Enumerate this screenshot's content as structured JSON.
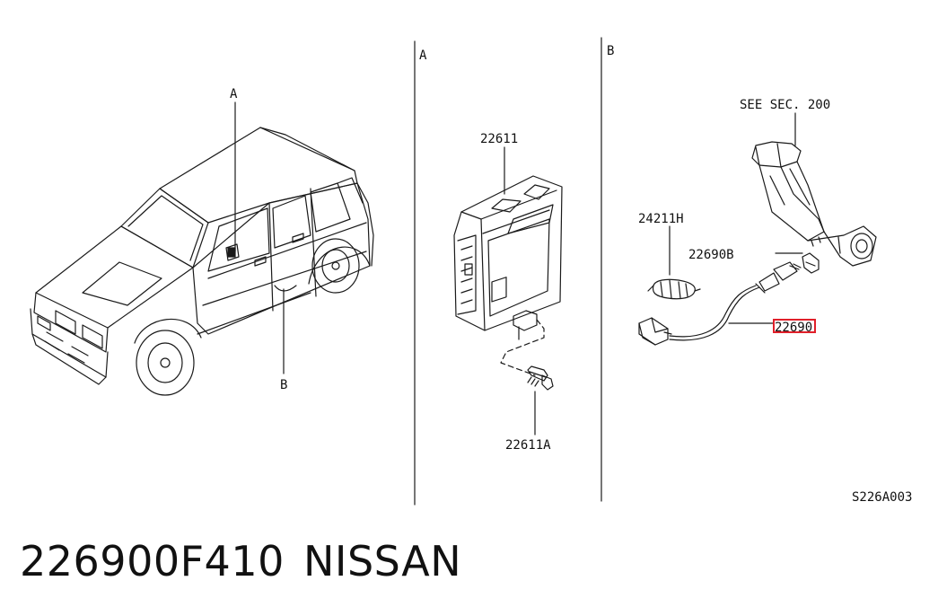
{
  "diagram": {
    "panel_labels": {
      "a": "A",
      "b": "B"
    },
    "vehicle_callouts": {
      "a": "A",
      "b": "B"
    },
    "parts": {
      "control_unit": "22611",
      "bolt": "22611A",
      "clip": "24211H",
      "plug": "22690B",
      "sensor": "22690",
      "exhaust_ref": "SEE SEC. 200"
    },
    "figure_code": "S226A003",
    "highlight_color": "#e0202a"
  },
  "footer": {
    "part_number": "226900F410",
    "brand": "NISSAN"
  }
}
